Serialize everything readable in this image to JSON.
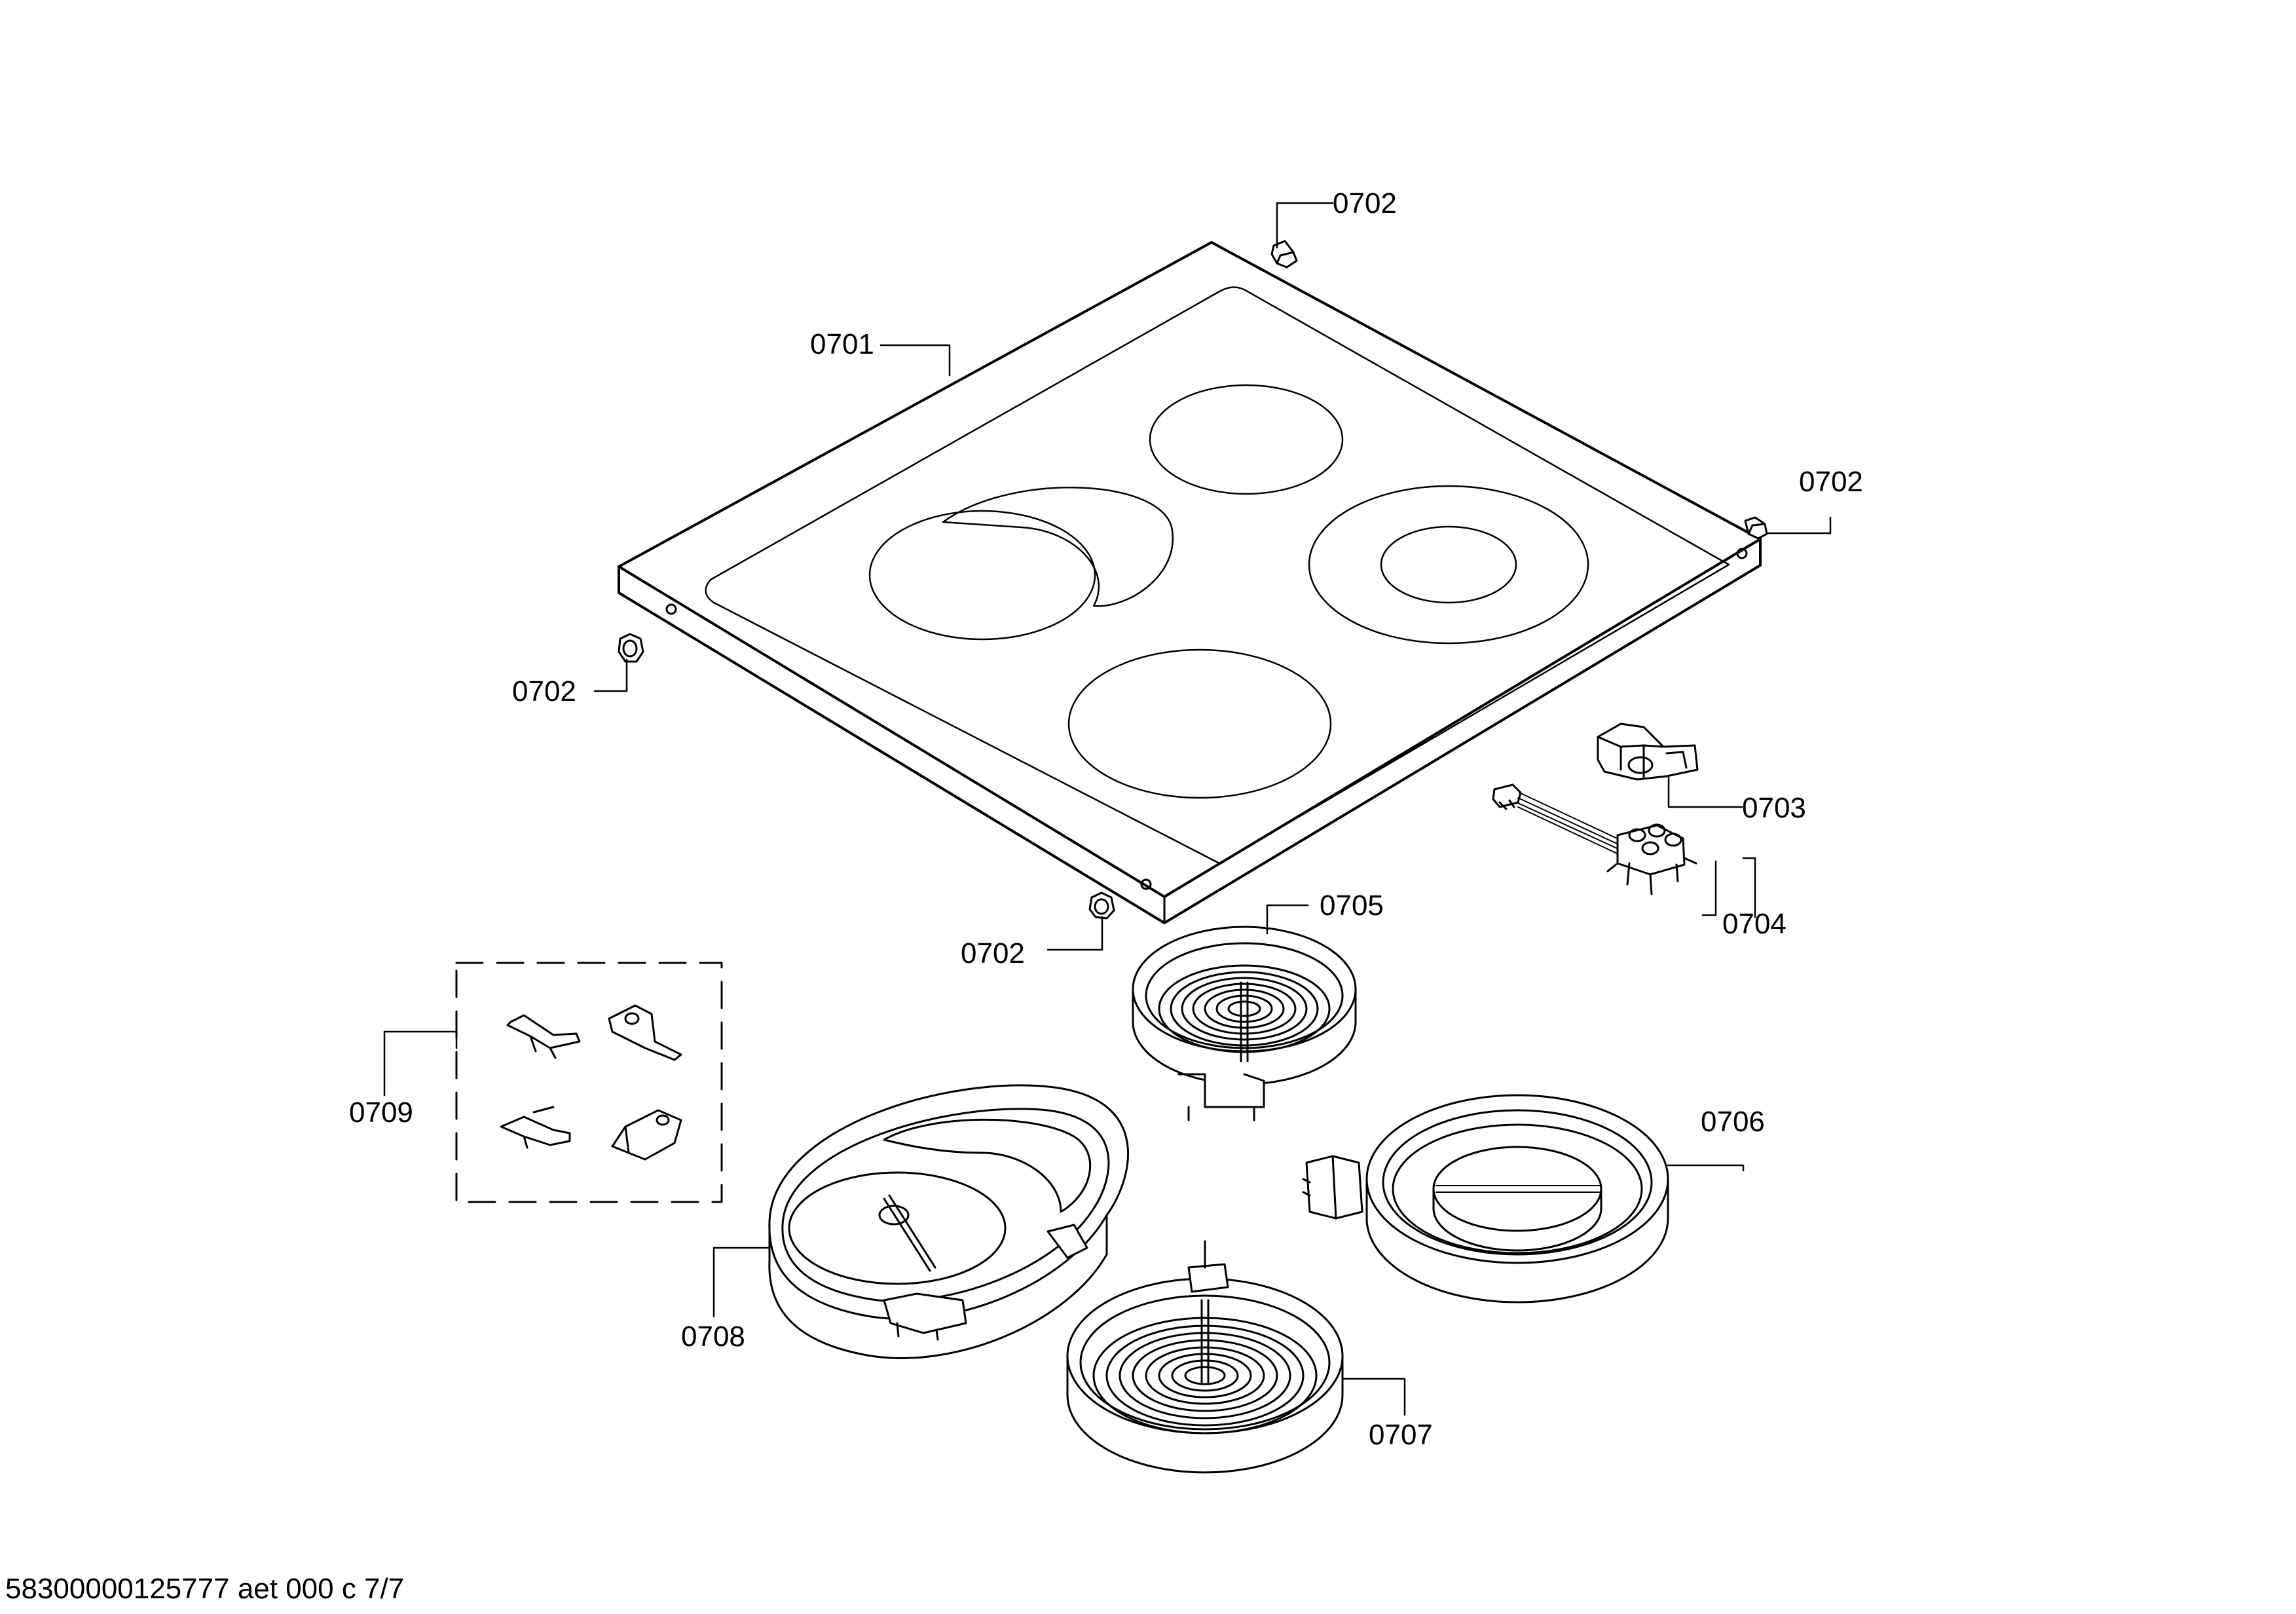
{
  "labels": {
    "top_clip": "0702",
    "glass_top": "0701",
    "right_clip": "0702",
    "left_clip": "0702",
    "connector_cover": "0703",
    "terminal_block": "0704",
    "front_clip": "0702",
    "small_heater": "0705",
    "clips_set": "0709",
    "dual_heater": "0706",
    "oval_heater": "0708",
    "large_heater": "0707"
  },
  "footer": {
    "code": "58300000125777 aet 000 c 7/7"
  },
  "colors": {
    "line": "#000000",
    "background": "#ffffff"
  }
}
